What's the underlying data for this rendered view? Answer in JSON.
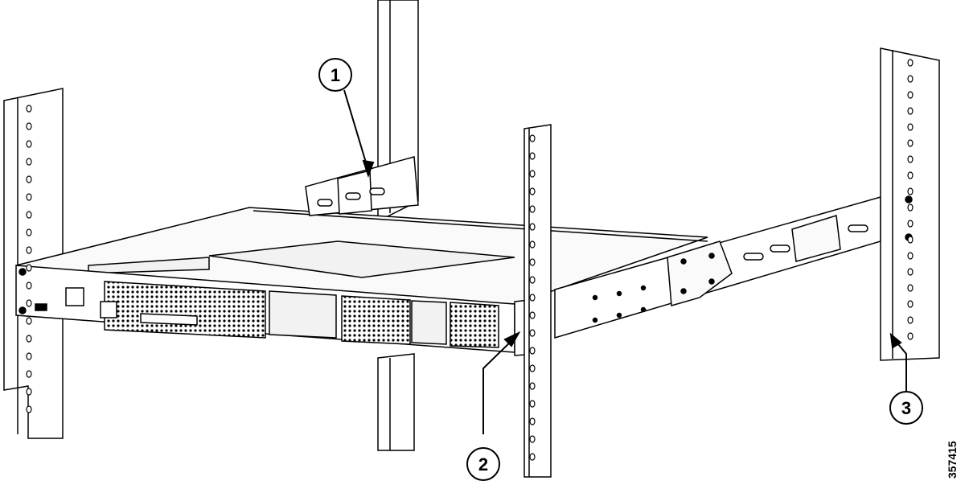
{
  "callouts": [
    {
      "number": "1"
    },
    {
      "number": "2"
    },
    {
      "number": "3"
    }
  ],
  "figure_id": "357415",
  "colors": {
    "line": "#000000",
    "panel_fill": "#f2f2f2",
    "rail_fill": "#ffffff"
  }
}
